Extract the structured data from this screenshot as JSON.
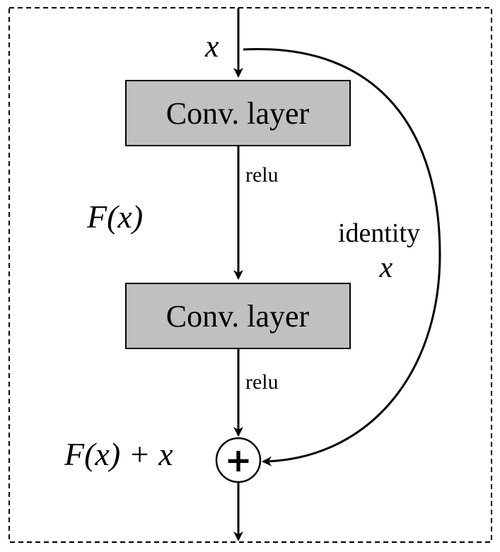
{
  "diagram": {
    "input_label": "x",
    "box1_label": "Conv. layer",
    "box2_label": "Conv. layer",
    "activation1_label": "relu",
    "activation2_label": "relu",
    "residual_label": "F(x)",
    "identity_label": "identity",
    "identity_var": "x",
    "sum_label": "F(x) + x",
    "sum_symbol": "+"
  },
  "colors": {
    "box_fill": "#c0c0c0",
    "stroke": "#000000",
    "background": "#ffffff"
  }
}
